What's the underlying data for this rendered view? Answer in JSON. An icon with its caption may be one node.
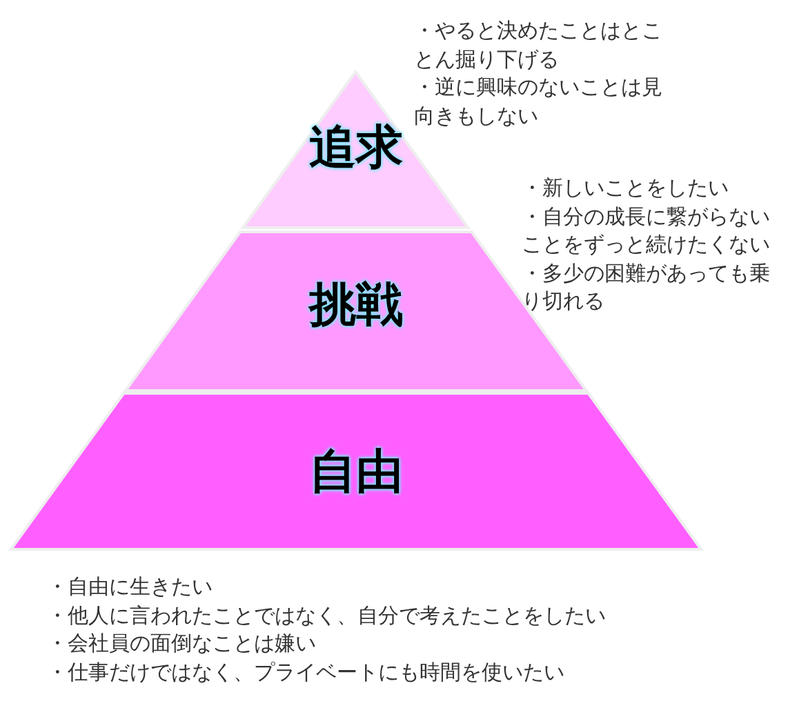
{
  "diagram": {
    "nodes": [
      {
        "text": [
          "追求"
        ],
        "beside": [
          "・やると決めたことはとことん掘り下げる",
          "・逆に興味のないことは見向きもしない"
        ]
      },
      {
        "text": [
          "挑戦"
        ],
        "beside": [
          "・新しいことをしたい",
          "・自分の成長に繋がらないことをずっと続けたくない",
          "・多少の困難があっても乗り切れる"
        ]
      },
      {
        "text": [
          "自由"
        ],
        "beside": [
          "・自由に生きたい",
          "・他人に言われたことではなく、自分で考えたことをしたい",
          "・会社員の面倒なことは嫌い",
          "・仕事だけではなく、プライベートにも時間を使いたい"
        ]
      }
    ]
  }
}
